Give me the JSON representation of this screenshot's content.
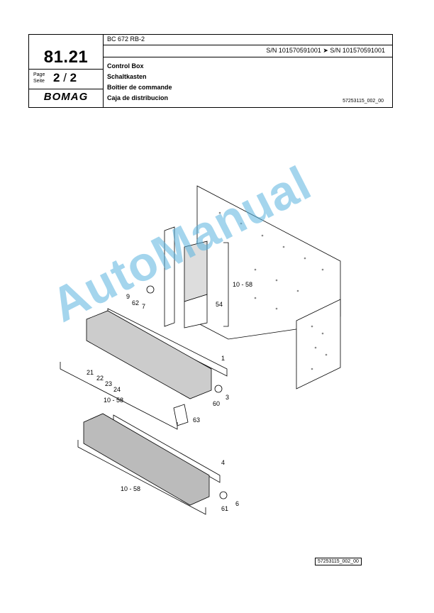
{
  "header": {
    "section_number": "81.21",
    "page_label_en": "Page",
    "page_label_de": "Seite",
    "page_current": "2",
    "page_separator": "/",
    "page_total": "2",
    "brand": "BOMAG",
    "model": "BC 672 RB-2",
    "serial_range": "S/N 101570591001  ➤  S/N 101570591001",
    "titles": [
      "Control Box",
      "Schaltkasten",
      "Boîtier de commande",
      "Caja de distribucion"
    ],
    "drawing_ref": "57253115_002_00"
  },
  "callouts": {
    "c1": "1",
    "c3": "3",
    "c4": "4",
    "c6": "6",
    "c7": "7",
    "c9": "9",
    "c10_58_top": "10 - 58",
    "c10_58_mid": "10 - 58",
    "c10_58_bot": "10 - 58",
    "c21": "21",
    "c22": "22",
    "c23": "23",
    "c24": "24",
    "c54": "54",
    "c60": "60",
    "c61": "61",
    "c62": "62",
    "c63": "63"
  },
  "watermark": "AutoManual",
  "footer": {
    "drawing_ref": "57253115_002_00"
  }
}
